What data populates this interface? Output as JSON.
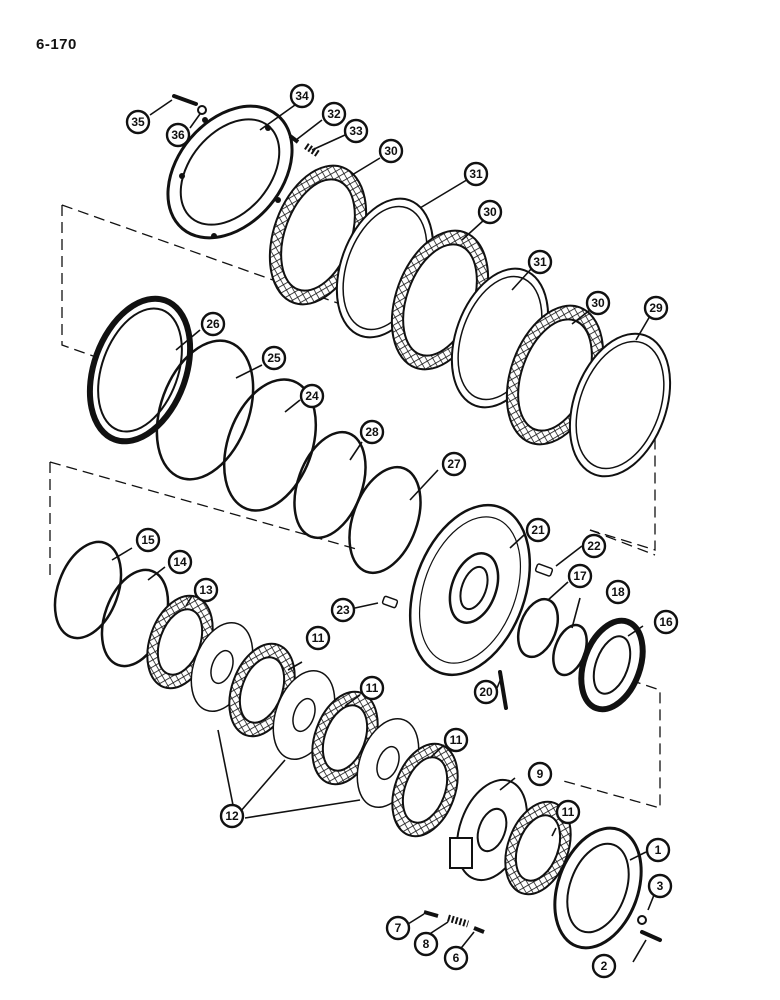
{
  "page": {
    "number": "6-170"
  },
  "callouts": [
    "1",
    "2",
    "3",
    "6",
    "7",
    "8",
    "9",
    "11",
    "11",
    "11",
    "11",
    "12",
    "13",
    "14",
    "15",
    "16",
    "17",
    "18",
    "20",
    "21",
    "22",
    "23",
    "24",
    "25",
    "26",
    "27",
    "28",
    "29",
    "30",
    "30",
    "30",
    "31",
    "31",
    "32",
    "33",
    "34",
    "35",
    "36"
  ]
}
